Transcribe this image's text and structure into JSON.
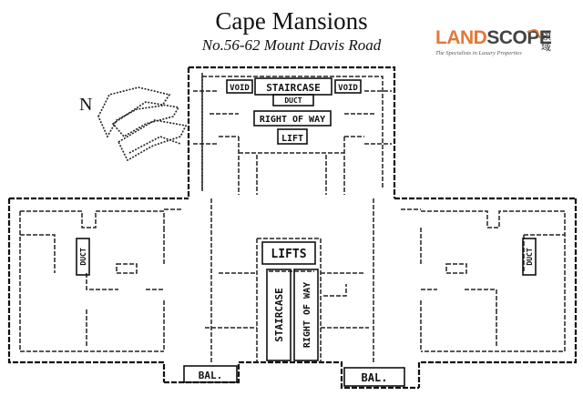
{
  "header": {
    "title": "Cape Mansions",
    "subtitle": "No.56-62 Mount Davis Road"
  },
  "logo": {
    "brand_main": "LAND",
    "brand_accent": "SCOPE",
    "tagline": "The Specialists in Luxury Properties",
    "chinese": "領域"
  },
  "compass": {
    "label": "N"
  },
  "rooms": {
    "void_left": "VOID",
    "staircase_top": "STAIRCASE",
    "void_right": "VOID",
    "duct_top": "DUCT",
    "right_of_way_top": "RIGHT OF WAY",
    "lift_top": "LIFT",
    "lifts_center": "LIFTS",
    "staircase_center": "STAIRCASE",
    "right_of_way_center": "RIGHT OF WAY",
    "duct_left": "DUCT",
    "duct_right": "DUCT",
    "bal_left": "BAL.",
    "bal_right": "BAL."
  }
}
